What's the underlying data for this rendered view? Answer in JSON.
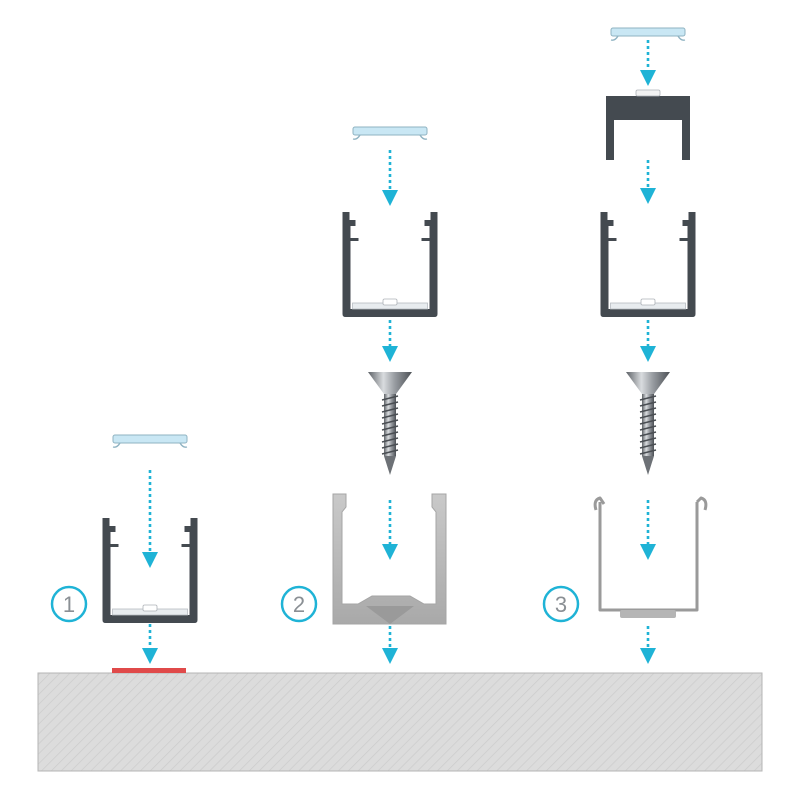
{
  "steps": [
    {
      "number": "1",
      "method": "adhesive-tape"
    },
    {
      "number": "2",
      "method": "screw-into-rigid-bracket"
    },
    {
      "number": "3",
      "method": "screw-into-spring-clip"
    }
  ],
  "colors": {
    "arrow": "#1fb3d6",
    "profile": "#444a50",
    "diffuser": "#c9e7f4",
    "diffuser_stroke": "#8fb3c2",
    "bracket": "#bfbfbf",
    "surface": "#d9d9d9",
    "tape": "#e04a4a",
    "badge": "#1fb3d6"
  }
}
